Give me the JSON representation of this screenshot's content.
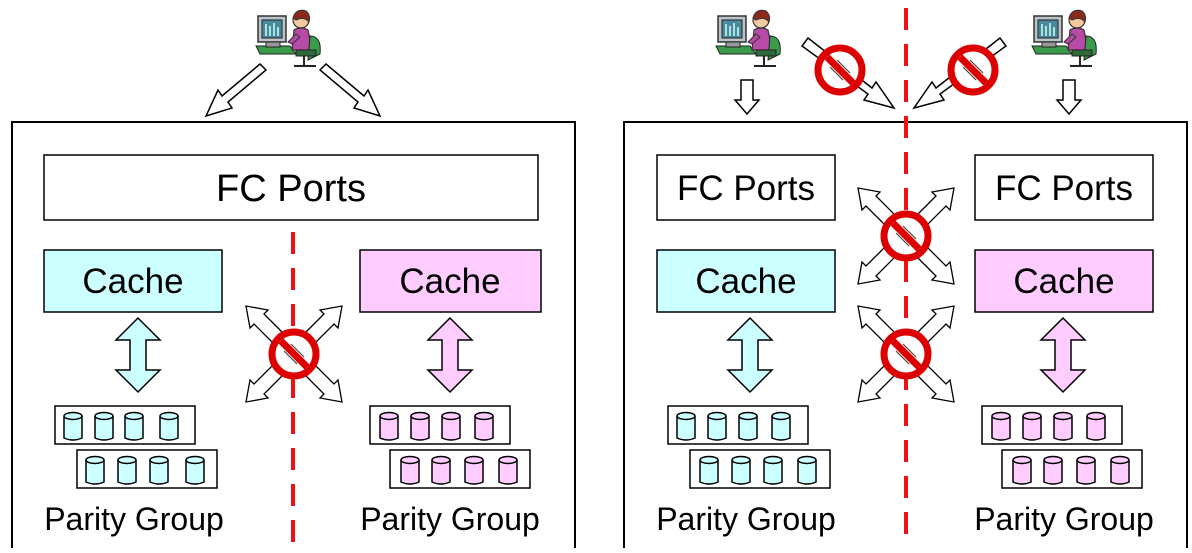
{
  "left_panel": {
    "ports_label": "FC Ports",
    "cache_left": "Cache",
    "cache_right": "Cache",
    "parity_left": "Parity Group",
    "parity_right": "Parity Group"
  },
  "right_panel": {
    "ports_left": "FC Ports",
    "ports_right": "FC Ports",
    "cache_left": "Cache",
    "cache_right": "Cache",
    "parity_left": "Parity Group",
    "parity_right": "Parity Group"
  },
  "colors": {
    "cache_cyan": "#ccffff",
    "cache_pink": "#ffccff",
    "divider_red": "#ee1111",
    "prohibit_red": "#dd0000"
  }
}
